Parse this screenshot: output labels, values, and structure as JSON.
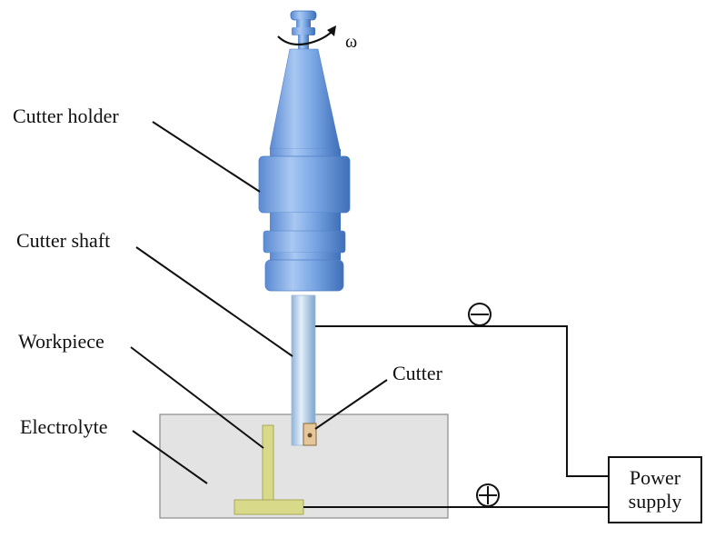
{
  "labels": {
    "cutter_holder": "Cutter holder",
    "cutter_shaft": "Cutter shaft",
    "workpiece": "Workpiece",
    "electrolyte": "Electrolyte",
    "cutter": "Cutter",
    "rotation": "ω"
  },
  "power_supply": {
    "line1": "Power",
    "line2": "supply"
  },
  "colors": {
    "tool_blue": "#7da9e6",
    "tool_blue_dark": "#4f7fc8",
    "shaft": "#bcd6ee",
    "workpiece": "#d9d98a",
    "electrolyte": "#e3e3e3",
    "cutter": "#e6c79a"
  }
}
